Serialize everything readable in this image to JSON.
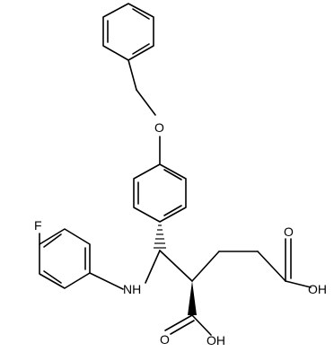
{
  "molecule": {
    "atom_labels": {
      "oxygen_ether": "O",
      "fluorine": "F",
      "amine": "NH",
      "acid_oh_right": "OH",
      "acid_o_right": "O",
      "acid_oh_bottom": "OH",
      "acid_o_bottom": "O"
    },
    "stereo_wedge_color": "#000000",
    "background_color": "#ffffff"
  }
}
